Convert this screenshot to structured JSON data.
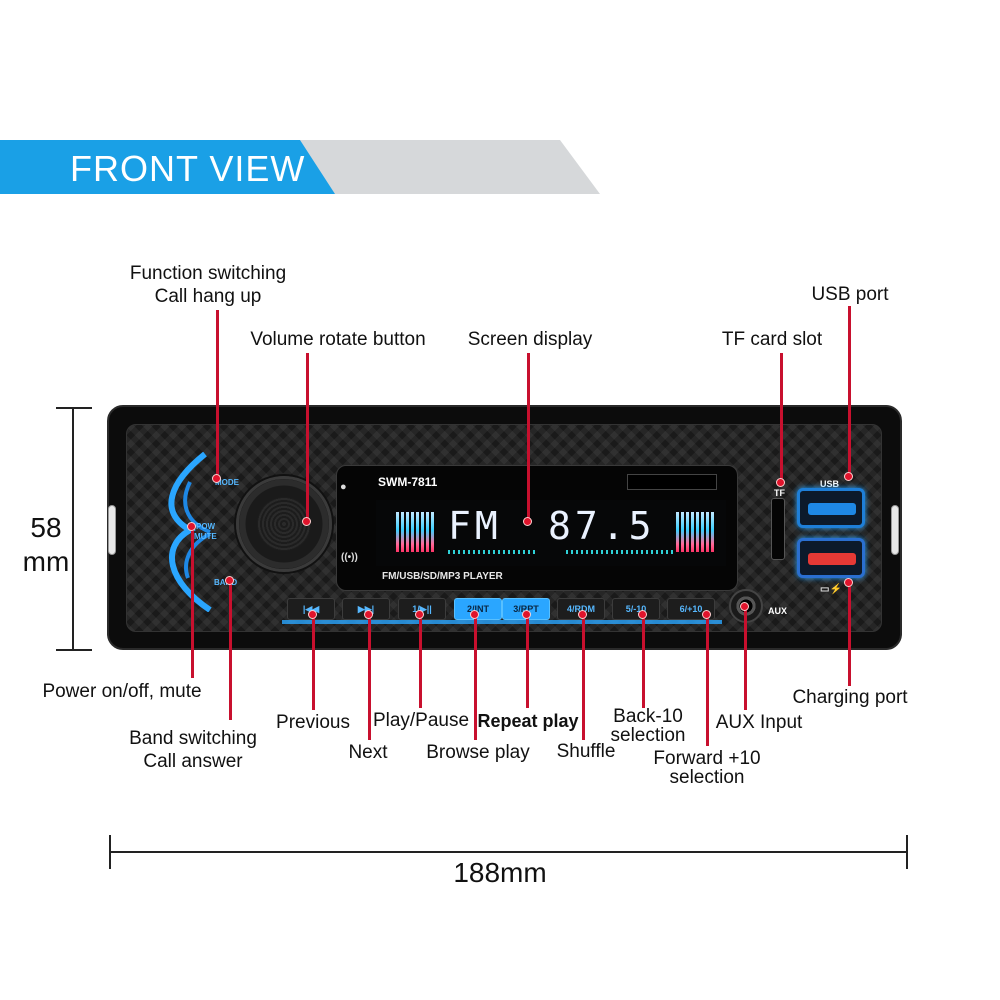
{
  "header": {
    "title": "FRONT VIEW"
  },
  "dimensions": {
    "height_label_line1": "58",
    "height_label_line2": "mm",
    "width_label": "188mm"
  },
  "device": {
    "model": "SWM-7811",
    "player_label": "FM/USB/SD/MP3  PLAYER",
    "lcd_band": "FM",
    "lcd_frequency": "87.5",
    "mode_label": "MODE",
    "pow_label_1": "POW",
    "pow_label_2": "MUTE",
    "band_label": "BAND",
    "tf_label": "TF",
    "usb_label": "USB",
    "aux_label": "AUX",
    "buttons": [
      "|◀◀",
      "▶▶|",
      "1/▶||",
      "2/INT",
      "3/RPT",
      "4/RDM",
      "5/-10",
      "6/+10"
    ]
  },
  "annotations": {
    "function_switching": "Function switching",
    "call_hang_up": "Call hang up",
    "volume_rotate": "Volume rotate button",
    "screen_display": "Screen display",
    "tf_card_slot": "TF card slot",
    "usb_port": "USB port",
    "power_mute": "Power on/off, mute",
    "band_switching": "Band switching",
    "call_answer": "Call answer",
    "previous": "Previous",
    "next": "Next",
    "play_pause": "Play/Pause",
    "browse_play": "Browse play",
    "repeat_play": "Repeat play",
    "shuffle": "Shuffle",
    "back_10_line1": "Back-10",
    "back_10_line2": "selection",
    "forward_10_line1": "Forward +10",
    "forward_10_line2": "selection",
    "aux_input": "AUX Input",
    "charging_port": "Charging port"
  },
  "colors": {
    "accent_blue": "#1aa0e6",
    "banner_gray": "#d6d8da",
    "lead_red": "#c8102e"
  }
}
